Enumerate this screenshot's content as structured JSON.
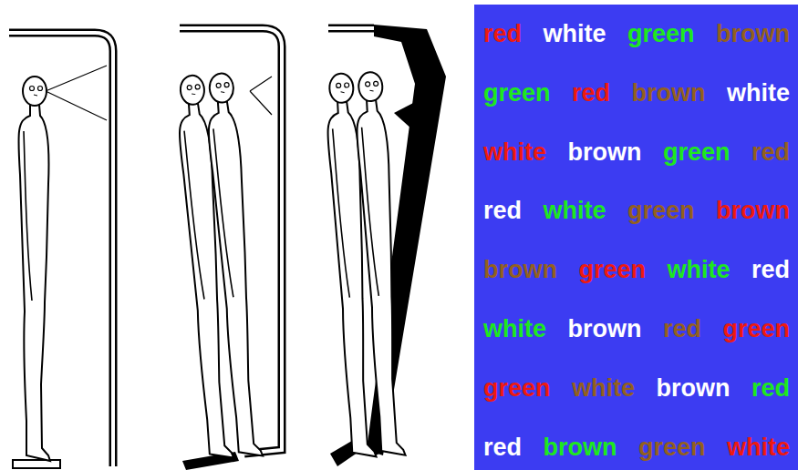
{
  "diagram": {
    "labels": [
      "red",
      "white",
      "green",
      "brown",
      "green",
      "red",
      "brown",
      "white",
      "white",
      "brown",
      "green",
      "red",
      "red",
      "white",
      "green",
      "brown",
      "brown",
      "green",
      "white",
      "red",
      "white",
      "brown",
      "red",
      "green",
      "green",
      "white",
      "brown",
      "red",
      "red",
      "brown",
      "green",
      "white"
    ]
  }
}
